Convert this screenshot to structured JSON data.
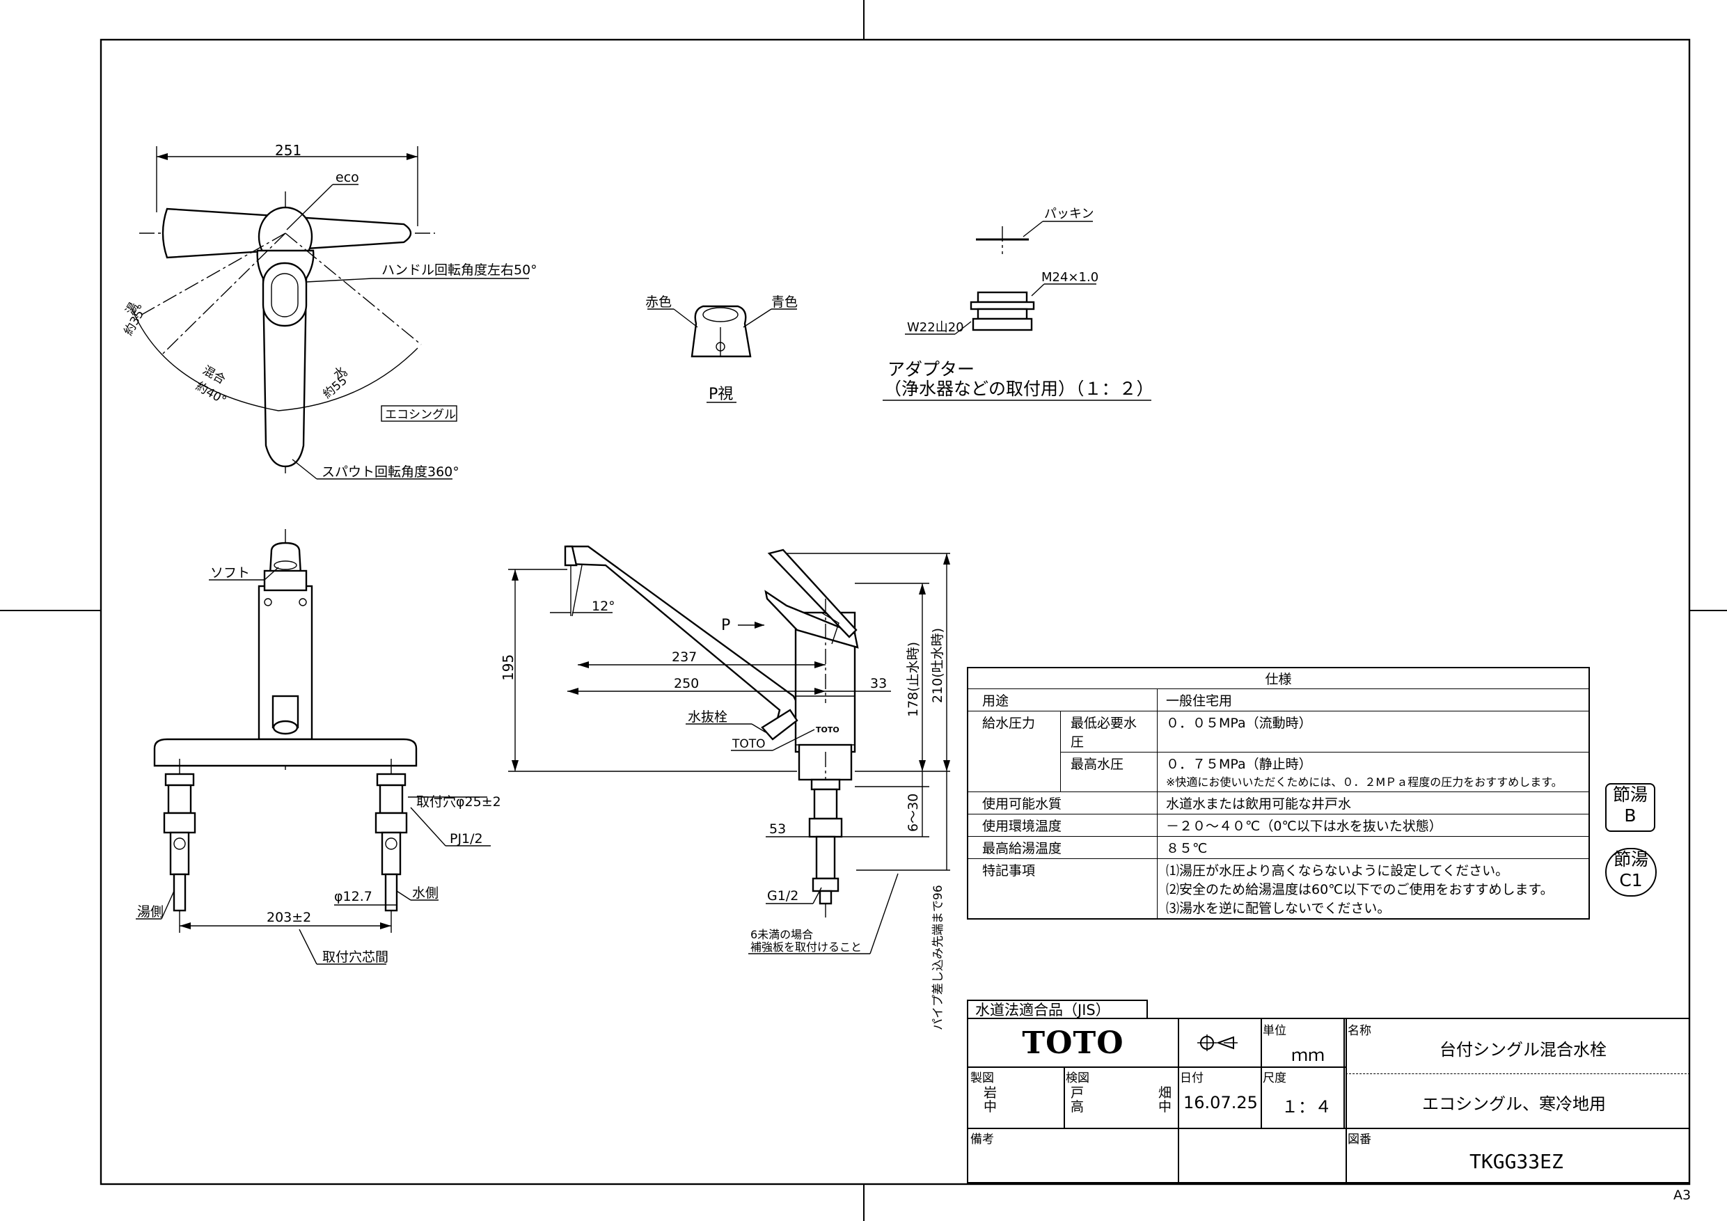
{
  "top_view": {
    "dim_width": "251",
    "eco": "eco",
    "handle_rotation": "ハンドル回転角度左右50°",
    "hot_angle": "湯\n約35°",
    "mix_angle": "混合\n約40°",
    "water_angle": "水\n約55°",
    "eco_single_tag": "エコシングル",
    "spout_rotation": "スパウト回転角度360°"
  },
  "p_view": {
    "red": "赤色",
    "blue": "青色",
    "label": "P視"
  },
  "adapter": {
    "packing": "パッキン",
    "thread": "M24×1.0",
    "w22": "W22山20",
    "title_line1": "アダプター",
    "title_line2": "（浄水器などの取付用）（１：２）"
  },
  "front_view": {
    "soft": "ソフト",
    "hole": "取付穴φ25±2",
    "pj": "PJ1/2",
    "water_side": "水側",
    "hot_side": "湯側",
    "pipe": "φ12.7",
    "center": "203±2",
    "center_label": "取付穴芯間"
  },
  "side_view": {
    "d195": "195",
    "angle": "12°",
    "p_arrow": "P",
    "d237": "237",
    "d250": "250",
    "d33": "33",
    "d178": "178(止水時)",
    "d210": "210(吐水時)",
    "drain": "水抜栓",
    "toto": "TOTO",
    "d53": "53",
    "d630": "6～30",
    "g12": "G1/2",
    "d96": "パイプ差し込み先端まで96",
    "note_l1": "6未満の場合",
    "note_l2": "補強板を取付けること"
  },
  "spec": {
    "title": "仕様",
    "rows": {
      "use_label": "用途",
      "use_value": "一般住宅用",
      "pressure_label": "給水圧力",
      "min_label": "最低必要水圧",
      "min_value": "０．０５MPa（流動時）",
      "max_label": "最高水圧",
      "max_value": "０．７５MPa（静止時）",
      "pressure_note": "※快適にお使いいただくためには、０．２MＰａ程度の圧力をおすすめします。",
      "water_label": "使用可能水質",
      "water_value": "水道水または飲用可能な井戸水",
      "env_label": "使用環境温度",
      "env_value": "－２０～４０℃（0℃以下は水を抜いた状態）",
      "hot_label": "最高給湯温度",
      "hot_value": "８５℃",
      "notes_label": "特記事項",
      "note1": "⑴湯圧が水圧より高くならないように設定してください。",
      "note2": "⑵安全のため給湯温度は60℃以下でのご使用をおすすめします。",
      "note3": "⑶湯水を逆に配管しないでください。"
    }
  },
  "badges": {
    "b1_top": "節湯",
    "b1_bottom": "B",
    "b2_top": "節湯",
    "b2_bottom": "C1"
  },
  "title_block": {
    "jis": "水道法適合品（JIS）",
    "logo": "TOTO",
    "unit_label": "単位",
    "unit_value": "ｍｍ",
    "name_label": "名称",
    "name_value": "台付シングル混合水栓",
    "subtitle": "エコシングル、寒冷地用",
    "drawn_label": "製図",
    "drawn_value": "岩\n中",
    "checked_label": "検図",
    "checked_value": "戸\n高",
    "approved_value": "畑\n中",
    "date_label": "日付",
    "date_value": "16.07.25",
    "scale_label": "尺度",
    "scale_value": "１：４",
    "remarks_label": "備考",
    "drawing_no_label": "図番",
    "drawing_no_value": "TKGG33EZ"
  },
  "paper_size": "A3"
}
